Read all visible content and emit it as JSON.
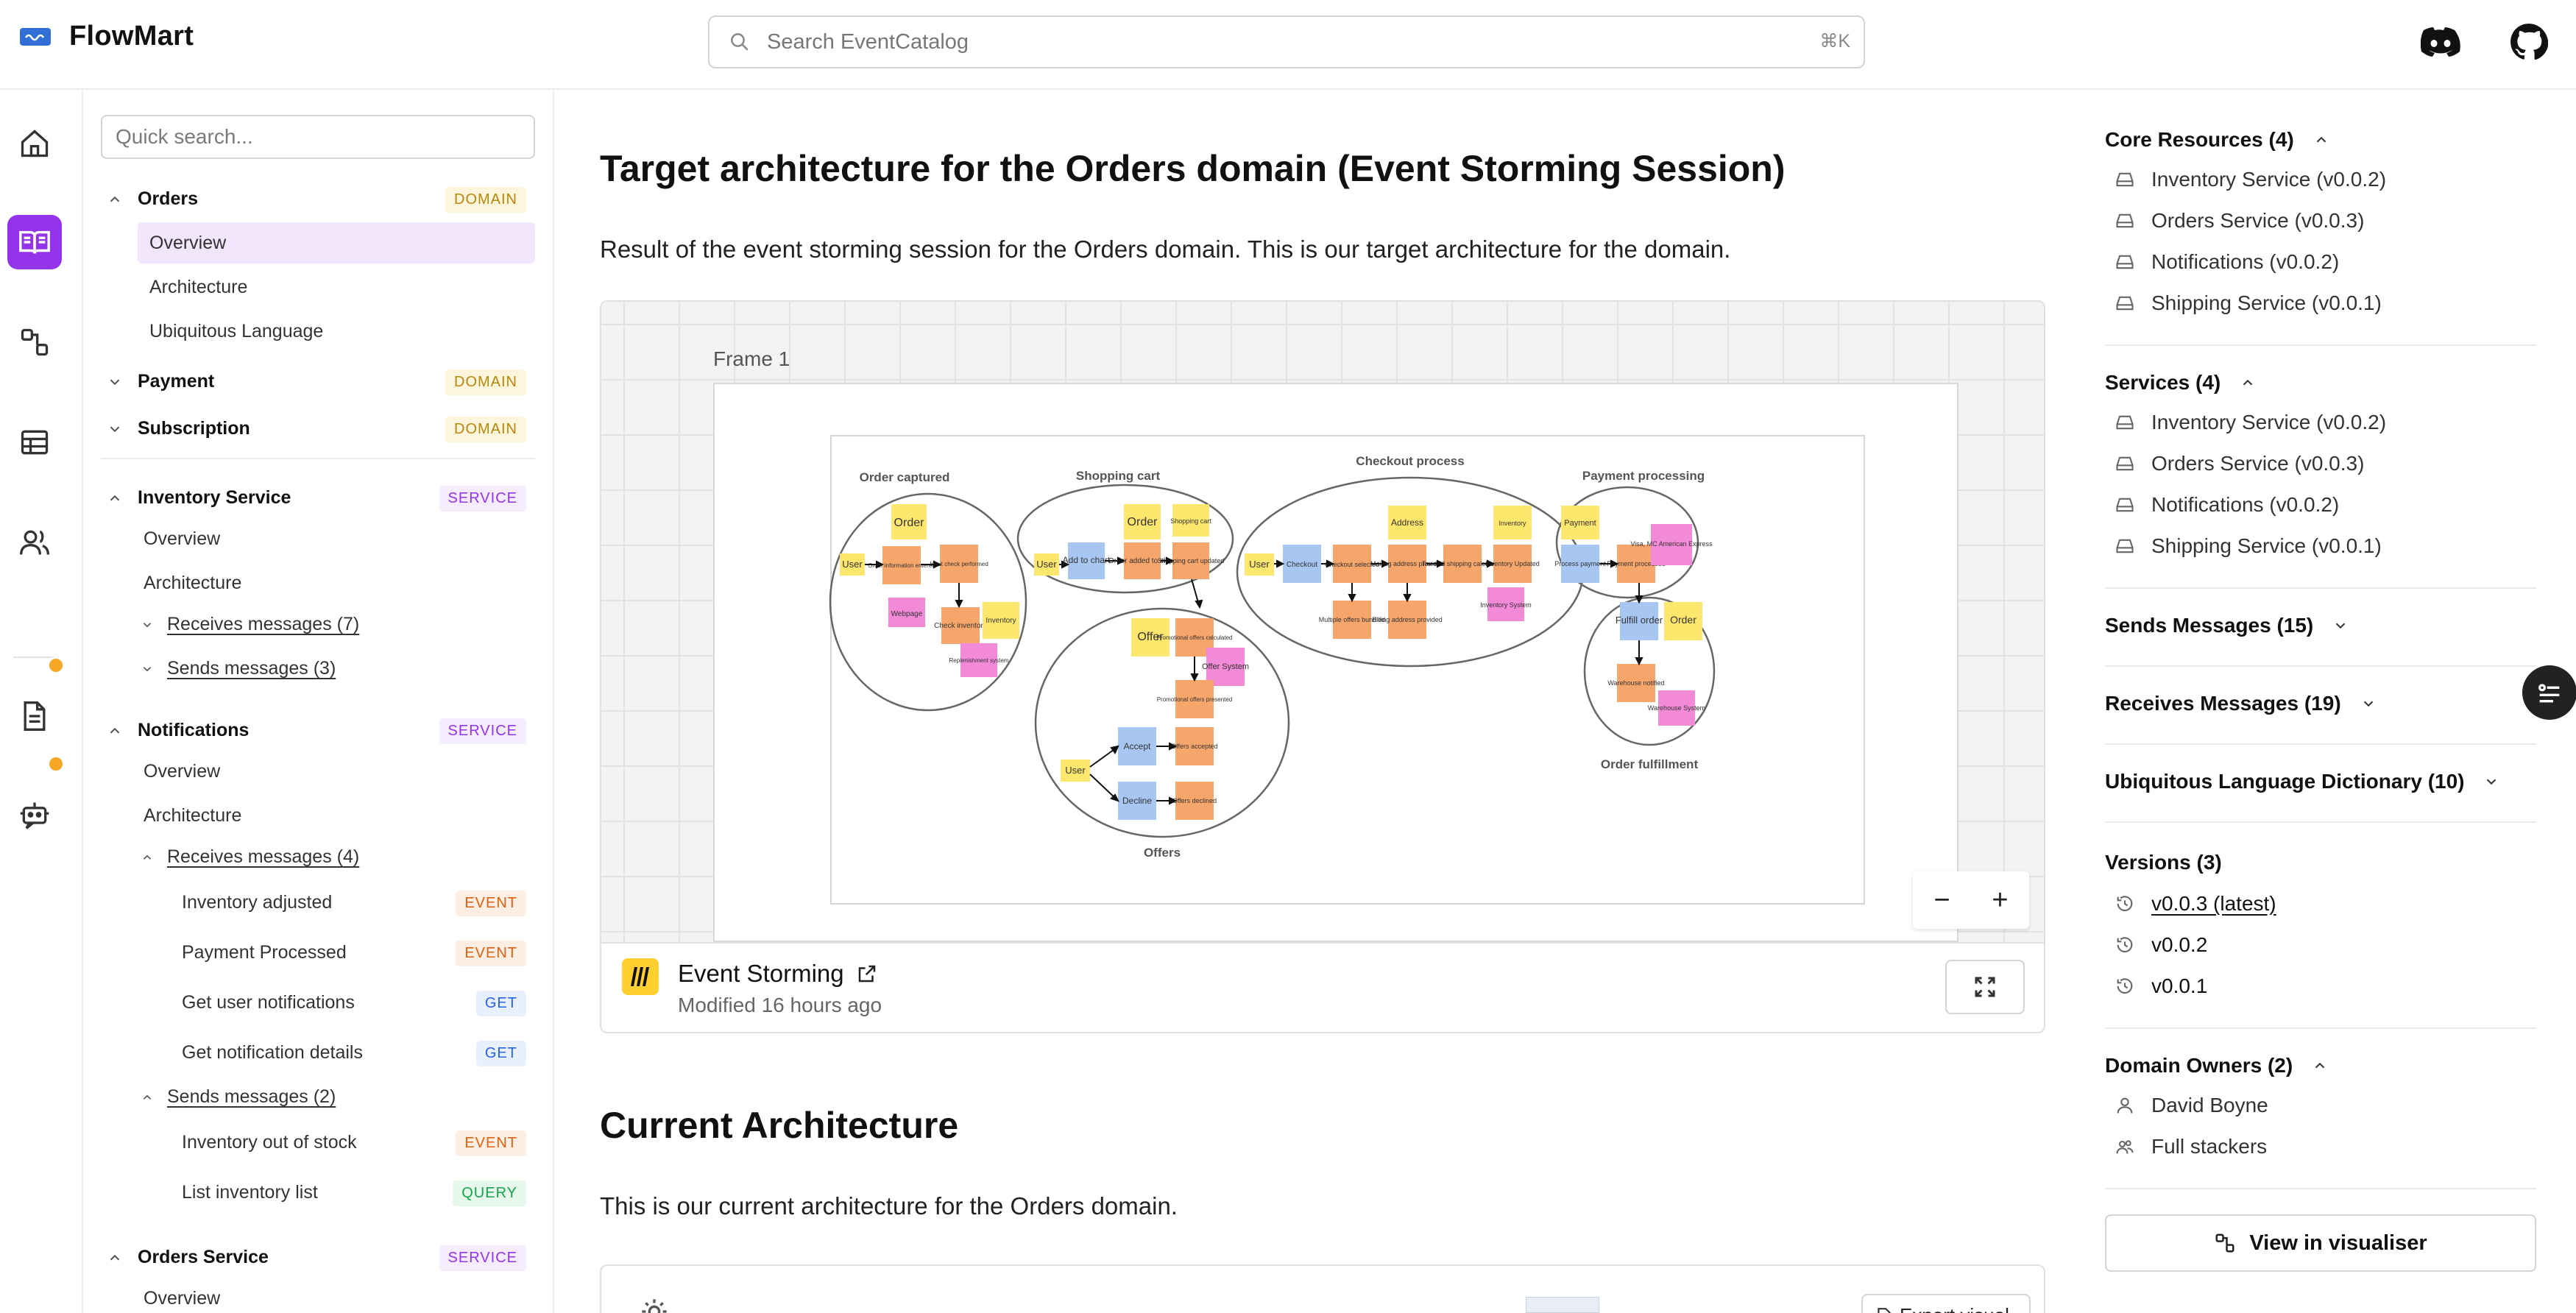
{
  "app": {
    "name": "FlowMart",
    "search_placeholder": "Search EventCatalog",
    "search_shortcut": "⌘K"
  },
  "topbar_icons": [
    "discord-icon",
    "github-icon"
  ],
  "rail": [
    "home-icon",
    "docs-icon",
    "architecture-icon",
    "table-icon",
    "users-icon",
    "document-icon",
    "chat-bot-icon"
  ],
  "nav": {
    "quick_search_placeholder": "Quick search...",
    "orders": {
      "label": "Orders",
      "tag": "DOMAIN",
      "items": [
        "Overview",
        "Architecture",
        "Ubiquitous Language"
      ]
    },
    "payment": {
      "label": "Payment",
      "tag": "DOMAIN"
    },
    "subscription": {
      "label": "Subscription",
      "tag": "DOMAIN"
    },
    "inventory_service": {
      "label": "Inventory Service",
      "tag": "SERVICE",
      "overview": "Overview",
      "architecture": "Architecture",
      "receives": "Receives messages (7)",
      "sends": "Sends messages (3)"
    },
    "notifications": {
      "label": "Notifications",
      "tag": "SERVICE",
      "overview": "Overview",
      "architecture": "Architecture",
      "receives": "Receives messages (4)",
      "receive_items": [
        {
          "label": "Inventory adjusted",
          "tag": "EVENT"
        },
        {
          "label": "Payment Processed",
          "tag": "EVENT"
        },
        {
          "label": "Get user notifications",
          "tag": "GET"
        },
        {
          "label": "Get notification details",
          "tag": "GET"
        }
      ],
      "sends": "Sends messages (2)",
      "send_items": [
        {
          "label": "Inventory out of stock",
          "tag": "EVENT"
        },
        {
          "label": "List inventory list",
          "tag": "QUERY"
        }
      ]
    },
    "orders_service": {
      "label": "Orders Service",
      "tag": "SERVICE",
      "overview": "Overview"
    }
  },
  "main": {
    "title": "Target architecture for the Orders domain (Event Storming Session)",
    "intro": "Result of the event storming session for the Orders domain. This is our target architecture for the domain.",
    "board": {
      "frame_label": "Frame 1",
      "title": "Event Storming",
      "modified": "Modified 16 hours ago",
      "zoom_out": "−",
      "zoom_in": "+",
      "clusters": {
        "order_captured": "Order captured",
        "shopping_cart": "Shopping cart",
        "checkout": "Checkout process",
        "payment": "Payment processing",
        "fulfillment": "Order fulfillment",
        "offers": "Offers"
      },
      "notes": {
        "order": "Order",
        "user": "User",
        "add_to_chart": "Add to chart",
        "order_added": "Order added to chart",
        "shopping_cart": "Shopping cart",
        "cart_updated": "Shopping cart updated",
        "checkout": "Checkout",
        "checkout_selected": "Checkout selected",
        "address": "Address",
        "mailing": "Mailing address provided",
        "tax": "Tax and shipping calculated",
        "inventory": "Inventory",
        "inventory_updated": "Inventory Updated",
        "inventory_system": "Inventory System",
        "multiple_offers": "Multiple offers bundled",
        "billing": "Billing address provided",
        "payment": "Payment",
        "process_payment": "Process payment",
        "payment_processed": "Payment processed",
        "visa": "Visa, MC American Express",
        "fulfill": "Fulfill order",
        "warehouse_notified": "Warehouse notified",
        "warehouse_system": "Warehouse System",
        "offer": "Offer",
        "offer_system": "Offer System",
        "accept": "Accept",
        "decline": "Decline",
        "offers_accepted": "Offers accepted",
        "offers_declined": "Offers declined",
        "promo_calc": "Promotional offers calculated",
        "promo_presented": "Promotional offers presented",
        "webpage": "Webpage",
        "check_inventory": "Check inventory",
        "input_check": "Input check performed",
        "order_info": "Order information entered",
        "replenish": "Replenishment system"
      }
    },
    "current_title": "Current Architecture",
    "current_intro": "This is our current architecture for the Orders domain.",
    "export_label": "Export visual"
  },
  "right": {
    "core_resources": {
      "title": "Core Resources (4)",
      "items": [
        "Inventory Service (v0.0.2)",
        "Orders Service (v0.0.3)",
        "Notifications (v0.0.2)",
        "Shipping Service (v0.0.1)"
      ]
    },
    "services": {
      "title": "Services (4)",
      "items": [
        "Inventory Service (v0.0.2)",
        "Orders Service (v0.0.3)",
        "Notifications (v0.0.2)",
        "Shipping Service (v0.0.1)"
      ]
    },
    "sends": "Sends Messages (15)",
    "receives": "Receives Messages (19)",
    "ubiquitous": "Ubiquitous Language Dictionary (10)",
    "versions": {
      "title": "Versions (3)",
      "items": [
        "v0.0.3 (latest)",
        "v0.0.2",
        "v0.0.1"
      ]
    },
    "owners": {
      "title": "Domain Owners (2)",
      "items": [
        "David Boyne",
        "Full stackers"
      ]
    },
    "visualiser_button": "View in visualiser"
  },
  "colors": {
    "accent": "#9333ea",
    "sticky_yellow": "#ffe66d",
    "sticky_orange": "#f7a66b",
    "sticky_blue": "#a7c7f2",
    "sticky_pink": "#f38ad8",
    "sticky_purple": "#e07ef0"
  }
}
